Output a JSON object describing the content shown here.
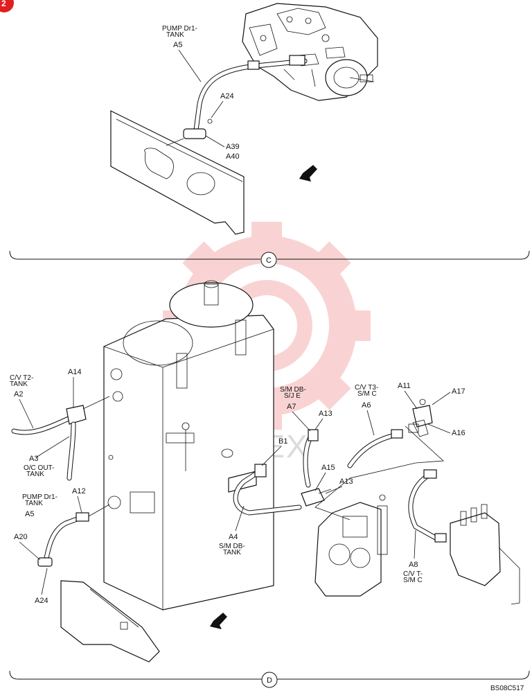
{
  "badge": {
    "text": "2",
    "color": "#e02020"
  },
  "watermark": {
    "text": "ИНТЕХ",
    "color": "#e83a3a"
  },
  "sections": {
    "c": {
      "letter": "C"
    },
    "d": {
      "letter": "D"
    }
  },
  "drawing_code": "BS08C517",
  "labels": {
    "c_pump_line1": "PUMP Dr1-",
    "c_pump_line2": "TANK",
    "c_a5": "A5",
    "c_a24": "A24",
    "c_a39": "A39",
    "c_a40": "A40",
    "d_cvt2_line1": "C/V T2-",
    "d_cvt2_line2": "TANK",
    "d_a2": "A2",
    "d_a14": "A14",
    "d_a3": "A3",
    "d_oc_line1": "O/C OUT-",
    "d_oc_line2": "TANK",
    "d_pump_line1": "PUMP Dr1-",
    "d_pump_line2": "TANK",
    "d_a5": "A5",
    "d_a12": "A12",
    "d_a20": "A20",
    "d_a24": "A24",
    "d_smdb_line1": "S/M DB-",
    "d_smdb_line2": "S/J E",
    "d_a7": "A7",
    "d_a13_top": "A13",
    "d_b1": "B1",
    "d_a15": "A15",
    "d_a13_bot": "A13",
    "d_cvt3_line1": "C/V T3-",
    "d_cvt3_line2": "S/M C",
    "d_a6": "A6",
    "d_a11": "A11",
    "d_a17": "A17",
    "d_a16": "A16",
    "d_a4": "A4",
    "d_smdbtank_line1": "S/M DB-",
    "d_smdbtank_line2": "TANK",
    "d_a8": "A8",
    "d_cvt_line1": "C/V T-",
    "d_cvt_line2": "S/M C"
  }
}
